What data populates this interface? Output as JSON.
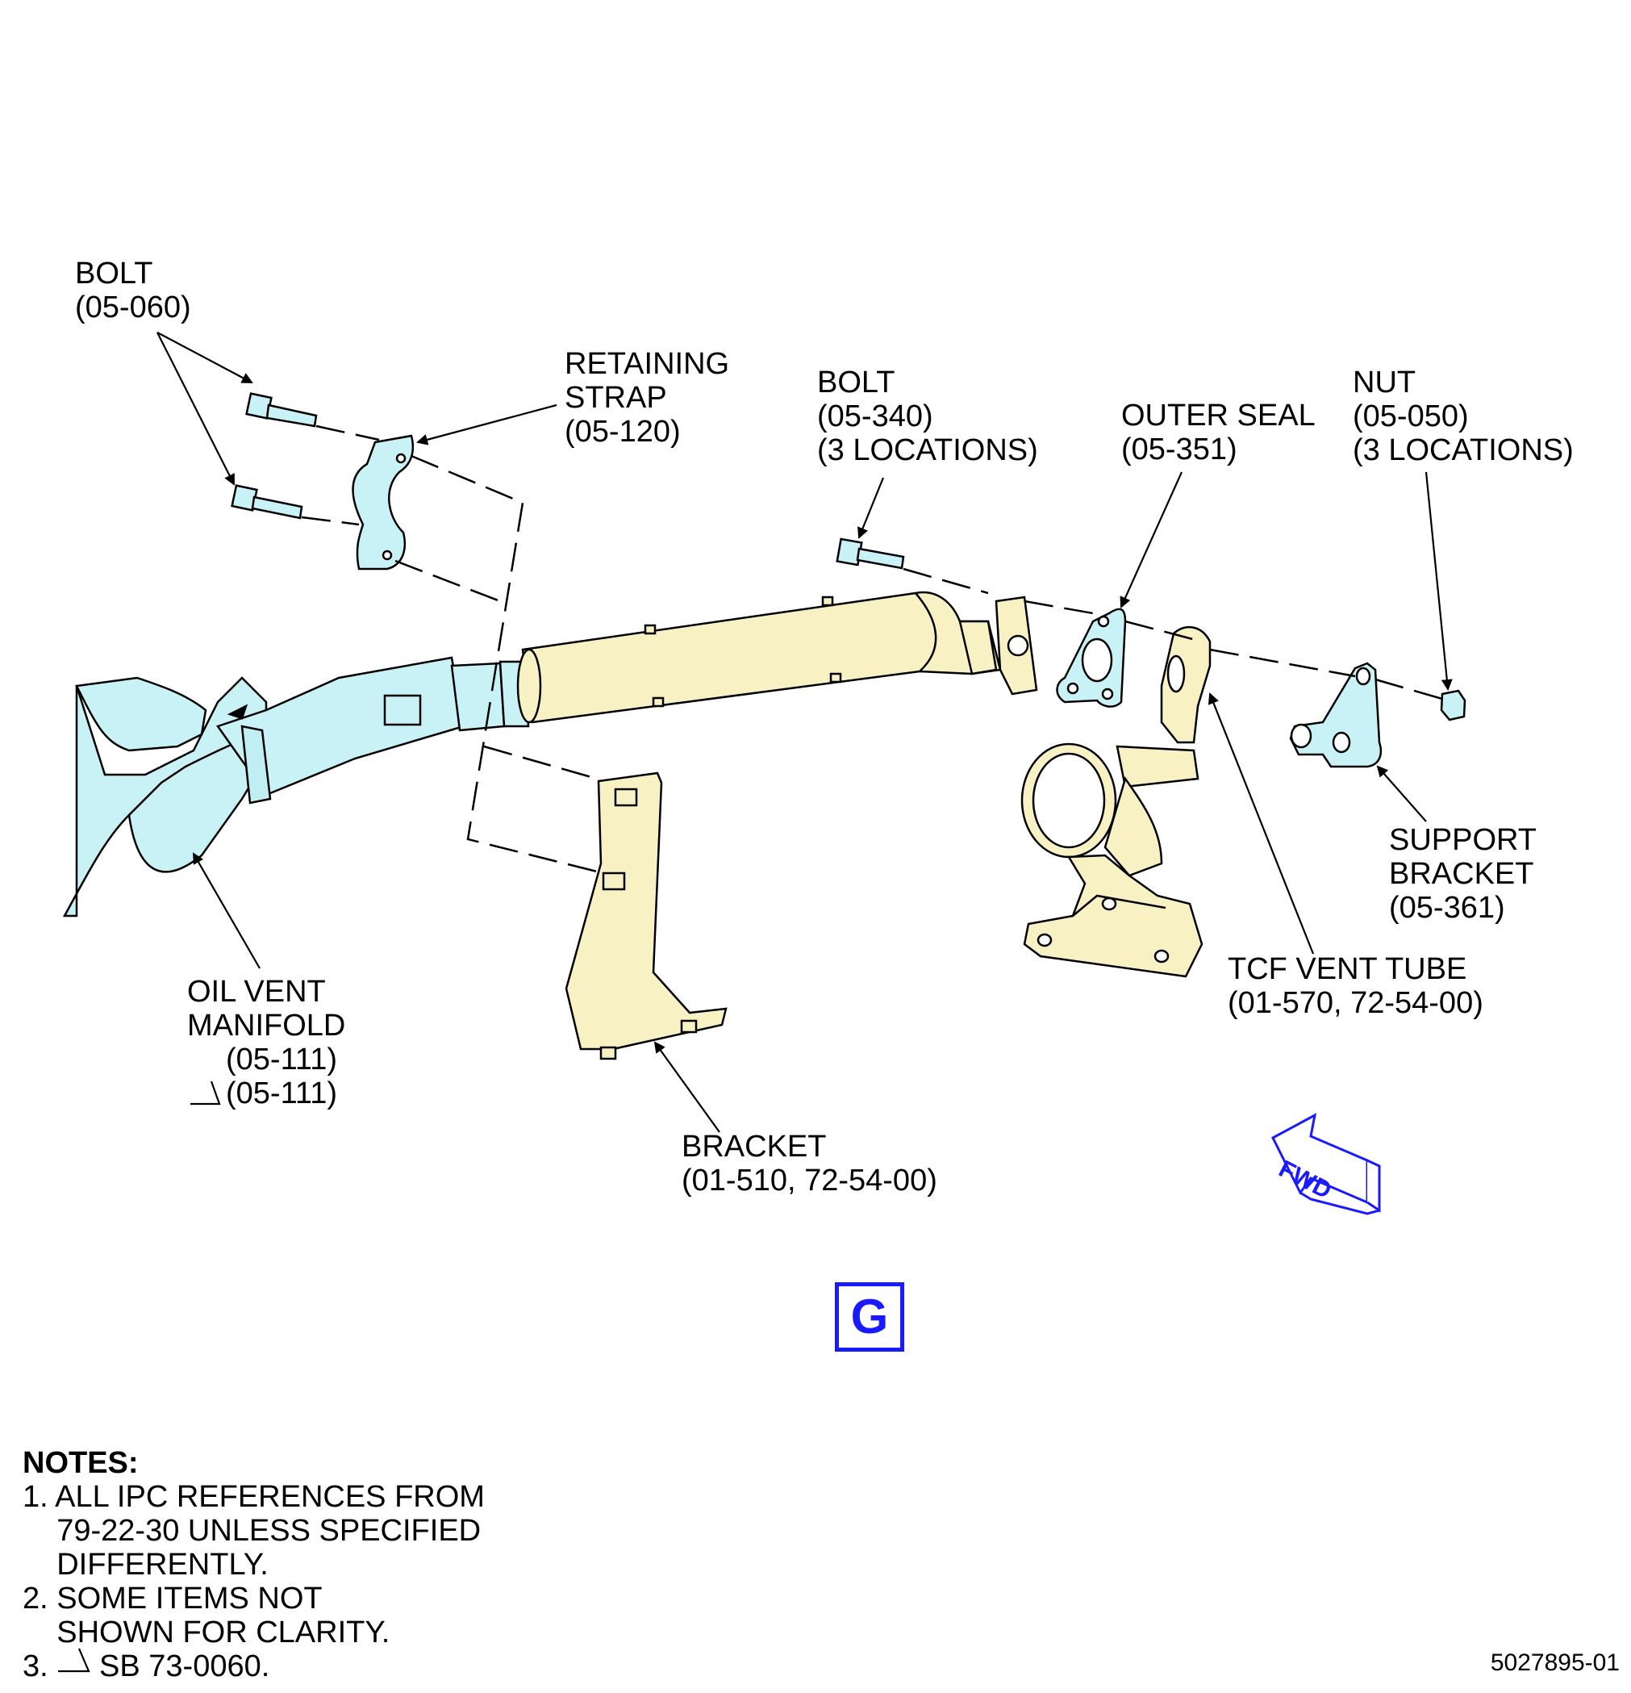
{
  "labels": {
    "bolt_05_060": [
      "BOLT",
      "(05-060)"
    ],
    "retaining_strap": [
      "RETAINING",
      "STRAP",
      "(05-120)"
    ],
    "bolt_05_340": [
      "BOLT",
      "(05-340)",
      "(3 LOCATIONS)"
    ],
    "outer_seal": [
      "OUTER SEAL",
      "(05-351)"
    ],
    "nut": [
      "NUT",
      "(05-050)",
      "(3 LOCATIONS)"
    ],
    "support_bracket": [
      "SUPPORT",
      "BRACKET",
      "(05-361)"
    ],
    "tcf_vent_tube": [
      "TCF VENT TUBE",
      "(01-570, 72-54-00)"
    ],
    "oil_vent_manifold": [
      "OIL VENT",
      "MANIFOLD",
      "(05-111)",
      "(05-111)"
    ],
    "bracket": [
      "BRACKET",
      "(01-510, 72-54-00)"
    ]
  },
  "view_letter": "G",
  "fwd_label": "FWD",
  "notes": {
    "title": "NOTES:",
    "items": [
      "1. ALL IPC REFERENCES FROM",
      "    79-22-30 UNLESS SPECIFIED",
      "    DIFFERENTLY.",
      "2. SOME ITEMS NOT",
      "    SHOWN FOR CLARITY.",
      "3.      SB 73-0060."
    ]
  },
  "document_number": "5027895-01",
  "colors": {
    "manifold_fill": "#c9f2f7",
    "tube_fill": "#f7f1c4",
    "accent_blue": "#1a1aff",
    "line": "#000000"
  }
}
